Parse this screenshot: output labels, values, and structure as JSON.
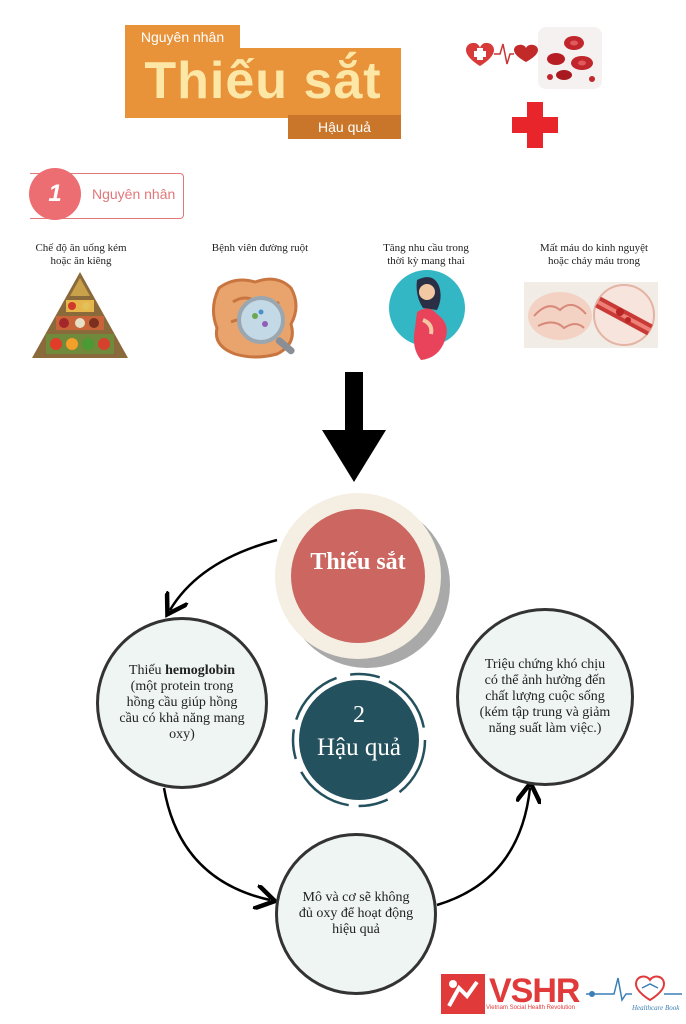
{
  "header": {
    "top_tag": "Nguyên nhân",
    "title": "Thiếu sắt",
    "bottom_tag": "Hậu quả"
  },
  "section1": {
    "number": "1",
    "label": "Nguyên nhân",
    "causes": [
      {
        "label_line1": "Chế độ ăn uống kém",
        "label_line2": "hoặc ăn kiêng",
        "icon": "food-pyramid-icon"
      },
      {
        "label_line1": "Bệnh viên đường ruột",
        "label_line2": "",
        "icon": "intestine-icon"
      },
      {
        "label_line1": "Tăng nhu cầu trong",
        "label_line2": "thời kỳ mang thai",
        "icon": "pregnant-woman-icon"
      },
      {
        "label_line1": "Mất máu do kinh nguyệt",
        "label_line2": "hoặc chảy máu trong",
        "icon": "bleeding-icon"
      }
    ]
  },
  "cycle": {
    "center": "Thiếu sắt",
    "left": {
      "prefix": "Thiếu ",
      "bold": "hemoglobin",
      "rest": "(một protein trong hồng cầu giúp hồng cầu có khả năng mang oxy)"
    },
    "right": "Triệu chứng khó chịu có thể ảnh hưởng đến chất lượng cuộc sống (kém tập trung và giảm năng suất làm việc.)",
    "bottom": "Mô và cơ sẽ không đủ oxy để hoạt động hiệu quả",
    "section2_number": "2",
    "section2_label": "Hậu quả"
  },
  "footer": {
    "logo_text": "VSHR",
    "logo_sub": "Vietnam Social Health Revolution",
    "book_text": "Healthcare Book"
  },
  "colors": {
    "banner": "#e8923a",
    "banner_dark": "#c9752a",
    "accent_red": "#ec6d72",
    "center_circle": "#cc6661",
    "teal": "#24515e",
    "bubble_fill": "#eef5f3"
  }
}
